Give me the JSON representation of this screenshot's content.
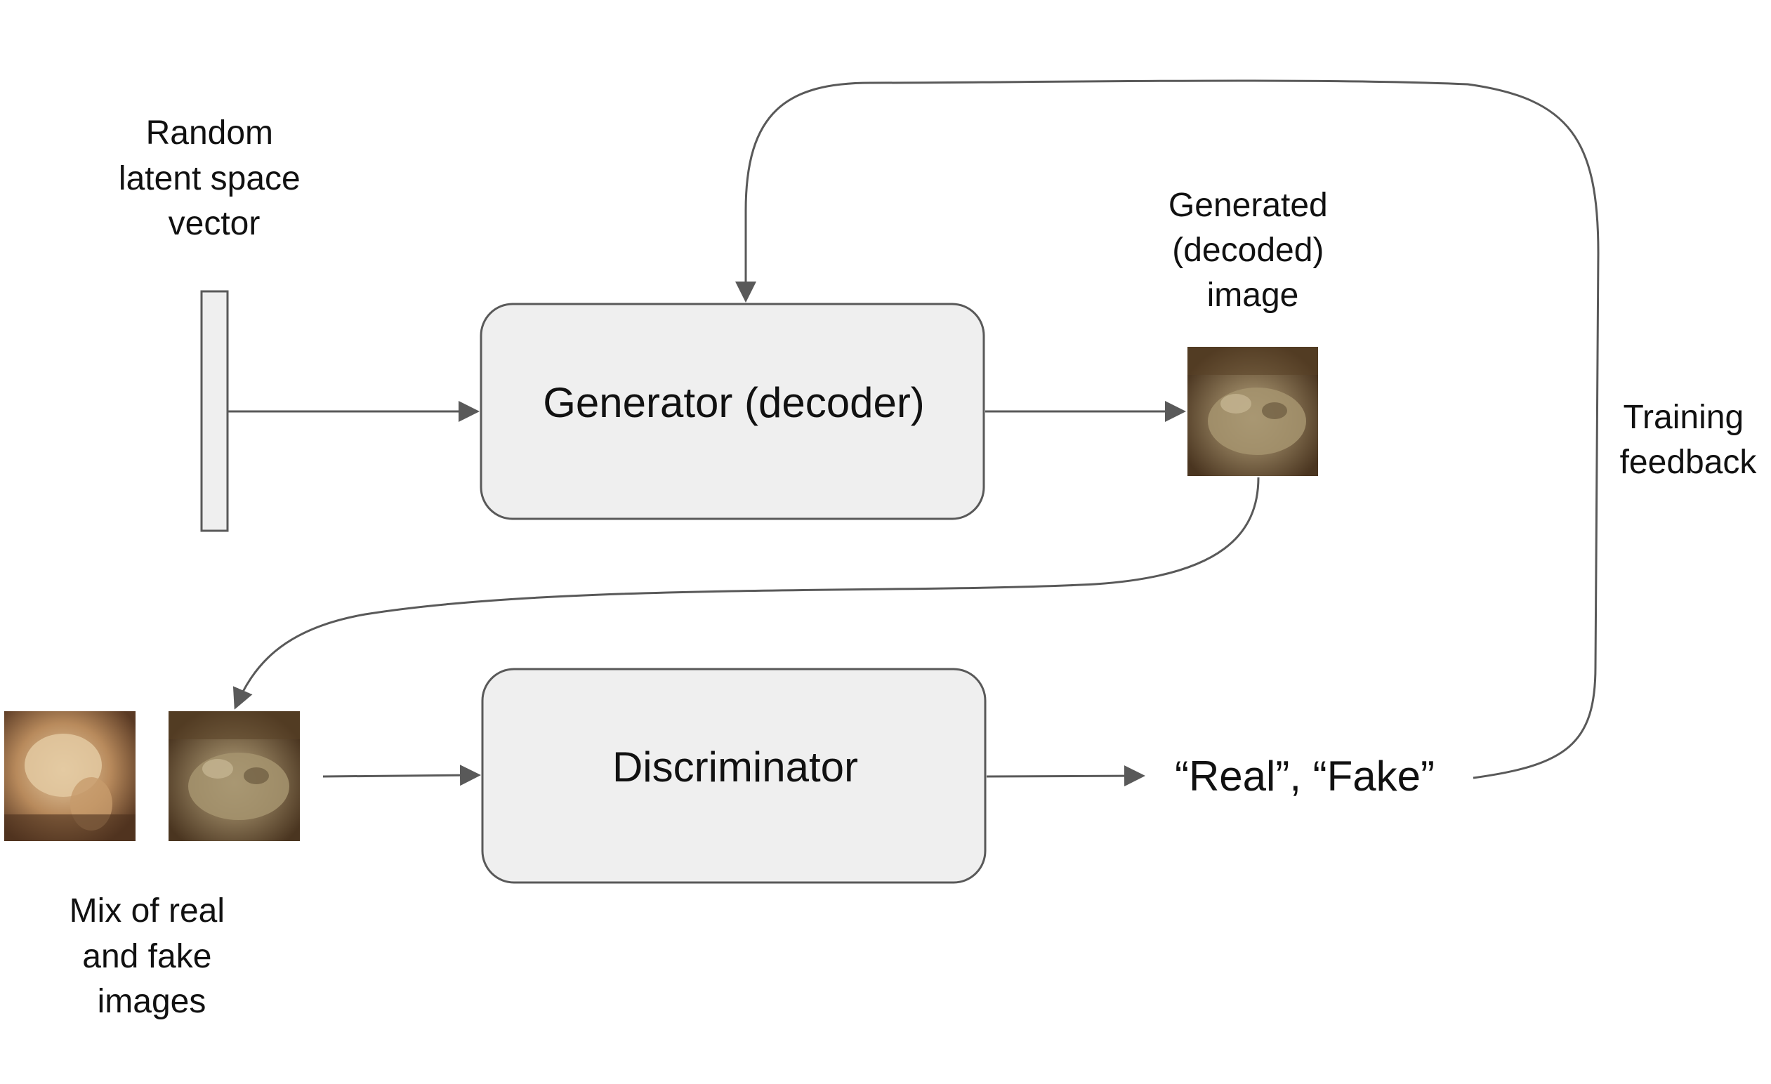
{
  "diagram": {
    "latent_vector": {
      "label_lines": [
        "Random",
        "latent space",
        "vector"
      ]
    },
    "generator": {
      "label": "Generator (decoder)"
    },
    "generated_image": {
      "label_lines": [
        "Generated",
        "(decoded)",
        "image"
      ]
    },
    "discriminator": {
      "label": "Discriminator"
    },
    "mixed_images": {
      "label_lines": [
        "Mix of real",
        "and fake",
        "images"
      ]
    },
    "output": {
      "label": "“Real”, “Fake”"
    },
    "feedback": {
      "label_lines": [
        "Training",
        "feedback"
      ]
    },
    "colors": {
      "box_fill": "#efefef",
      "stroke": "#595959",
      "text": "#111111"
    },
    "icons": {
      "generated_image": "fake-frog-image",
      "real_image": "real-frog-image"
    }
  }
}
